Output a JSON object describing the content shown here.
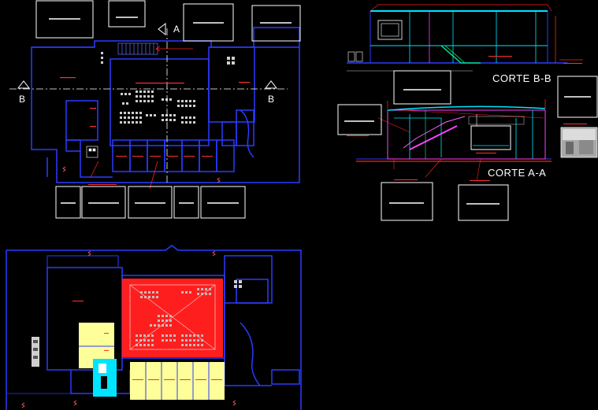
{
  "sections": {
    "bb": "CORTE B-B",
    "aa": "CORTE A-A"
  },
  "axis_markers": {
    "a": "A",
    "b_left": "B",
    "b_right": "B"
  },
  "colors": {
    "background": "#000000",
    "wall": "#2a3cff",
    "detail_red": "#ff2020",
    "highlight_red": "#ff1e1e",
    "highlight_yellow": "#ffff99",
    "cyan": "#00e5ff",
    "white": "#ffffff"
  }
}
